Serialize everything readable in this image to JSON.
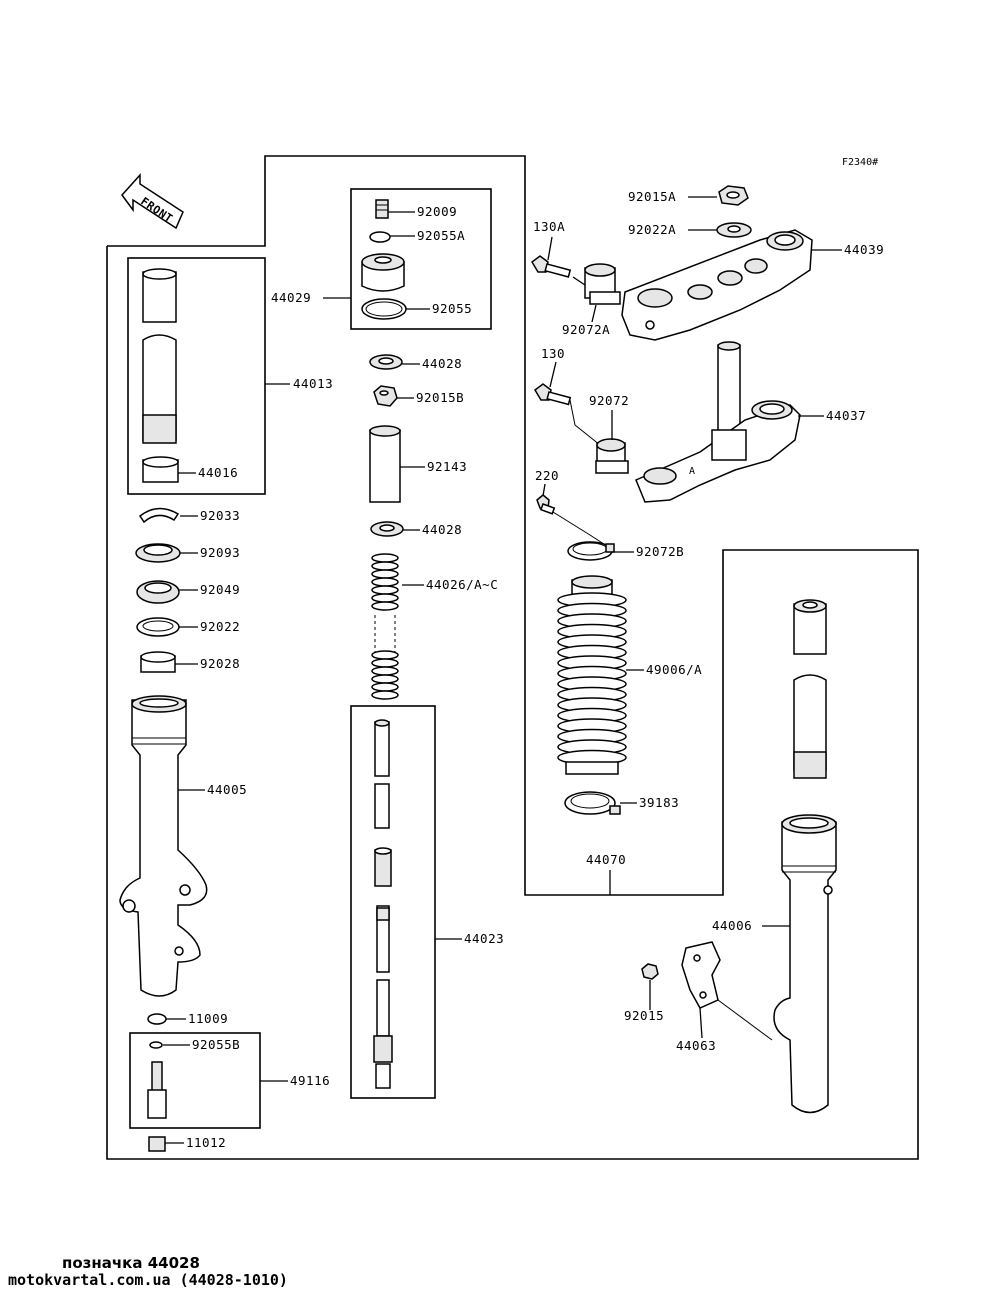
{
  "figure_code": "F2340#",
  "front_label": "FRONT",
  "labels": {
    "p92015A": "92015A",
    "p92022A": "92022A",
    "p44039": "44039",
    "p130A": "130A",
    "p92072A": "92072A",
    "p130": "130",
    "p92072": "92072",
    "p44037": "44037",
    "p220": "220",
    "p92072B": "92072B",
    "p49006A": "49006/A",
    "p39183": "39183",
    "p44070": "44070",
    "p44006": "44006",
    "p92015": "92015",
    "p44063": "44063",
    "p92009": "92009",
    "p92055A": "92055A",
    "p44029": "44029",
    "p92055": "92055",
    "p44028a": "44028",
    "p92015B": "92015B",
    "p92143": "92143",
    "p44028b": "44028",
    "p44026": "44026/A~C",
    "p44023": "44023",
    "p44013": "44013",
    "p44016": "44016",
    "p92033": "92033",
    "p92093": "92093",
    "p92049": "92049",
    "p92022": "92022",
    "p92028": "92028",
    "p44005": "44005",
    "p11009": "11009",
    "p92055B": "92055B",
    "p49116": "49116",
    "p11012": "11012"
  },
  "footer": {
    "line1": "позначка 44028",
    "line2": "motokvartal.com.ua (44028-1010)"
  }
}
